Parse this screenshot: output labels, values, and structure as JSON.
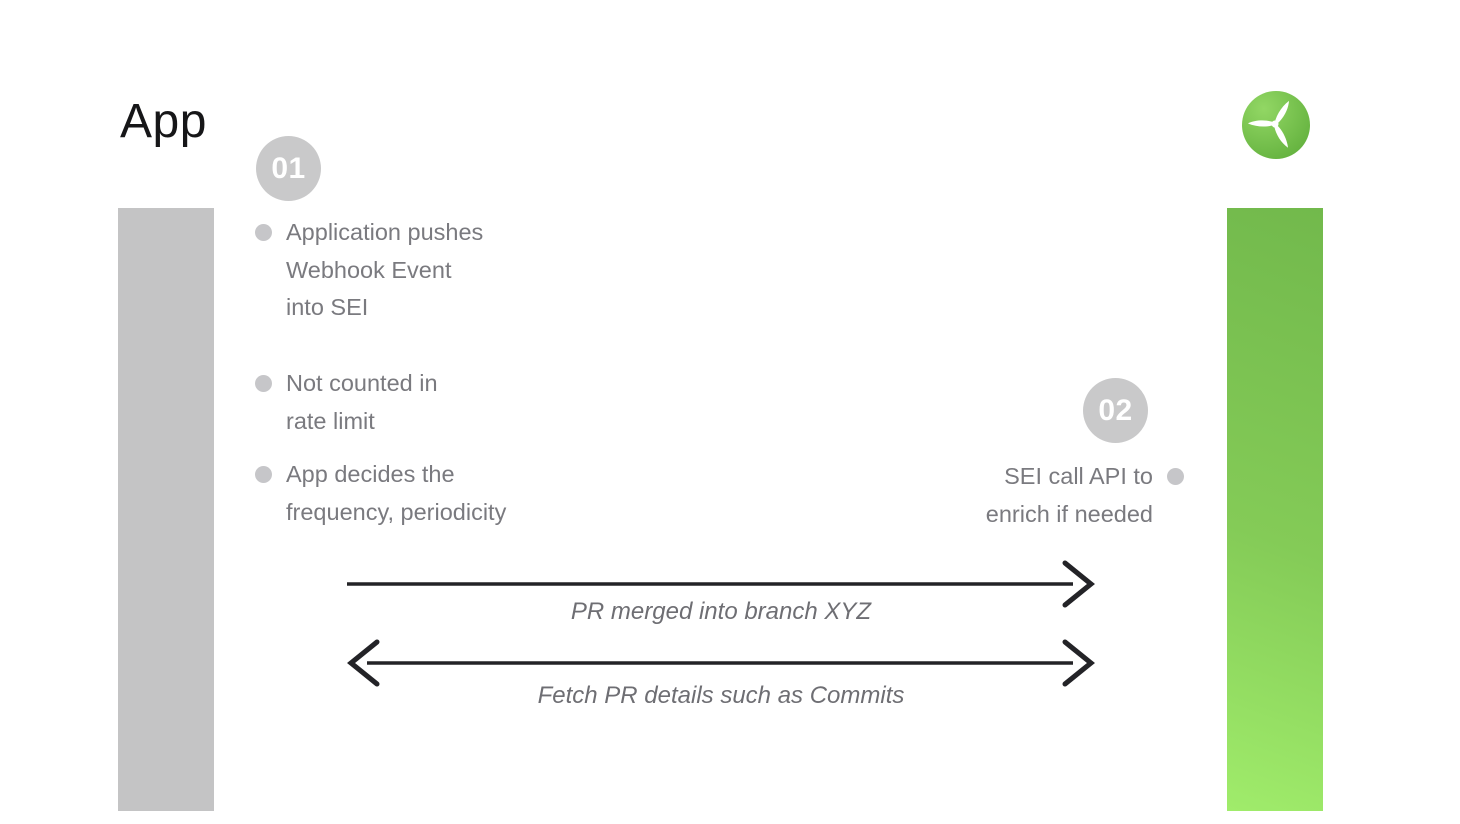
{
  "page": {
    "title": "App"
  },
  "steps": {
    "one": {
      "number": "01"
    },
    "two": {
      "number": "02"
    }
  },
  "app_notes": [
    {
      "text": "Application pushes\nWebhook Event\ninto SEI"
    },
    {
      "text": "Not counted in\nrate limit"
    },
    {
      "text": "App decides the\nfrequency, periodicity"
    }
  ],
  "sei_note": {
    "text": "SEI call API to\nenrich if needed"
  },
  "arrows": [
    {
      "label": "PR merged into branch XYZ",
      "direction": "right"
    },
    {
      "label": "Fetch PR details such as Commits",
      "direction": "both"
    }
  ],
  "icons": {
    "logo": "propeller-icon"
  },
  "colors": {
    "background": "#ffffff",
    "app_lifeline_gray": "#c4c4c5",
    "sei_lifeline_green_top": "#72b94c",
    "sei_lifeline_green_bottom": "#a0ec6b",
    "badge_background": "#c9c9ca",
    "badge_text": "#ffffff",
    "note_text": "#7a7a7f",
    "note_bullet": "#c6c6c9",
    "arrow_stroke": "#232327",
    "arrow_label_text": "#6e6e73",
    "title_text": "#161618",
    "logo_green_light": "#92d764",
    "logo_green_dark": "#63b13e"
  }
}
